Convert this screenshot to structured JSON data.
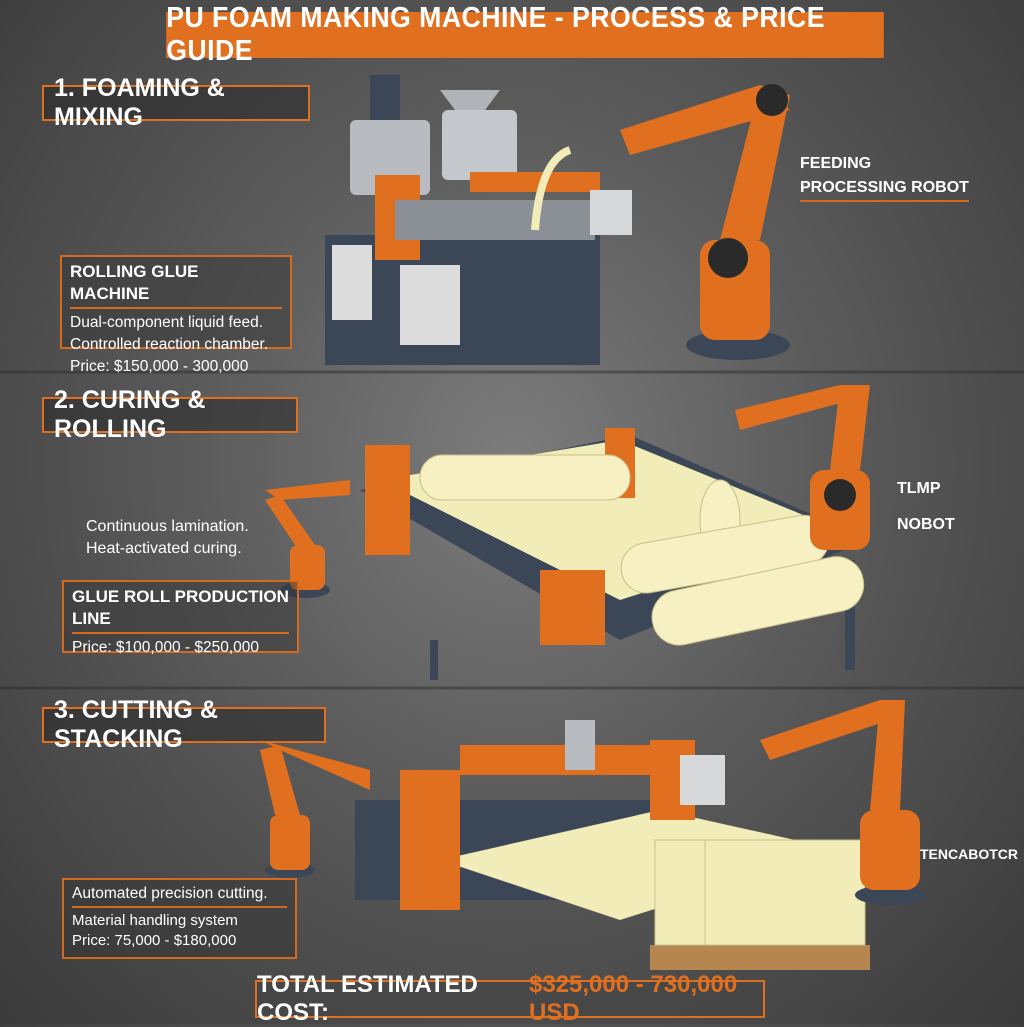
{
  "title": "PU FOAM MAKING MACHINE - PROCESS & PRICE GUIDE",
  "colors": {
    "accent": "#e0701f",
    "machine_body": "#3b4656",
    "foam": "#f2ecb8",
    "steel": "#b8bcc0"
  },
  "sections": [
    {
      "heading": "1. FOAMING & MIXING",
      "box": {
        "title": "ROLLING GLUE MACHINE",
        "lines": [
          "Dual-component liquid feed.",
          "Controlled reaction chamber.",
          "Price: $150,000 - 300,000"
        ]
      },
      "robot_label": [
        "FEEDING",
        "PROCESSING ROBOT"
      ]
    },
    {
      "heading": "2. CURING & ROLLING",
      "notes": [
        "Continuous lamination.",
        "Heat-activated curing."
      ],
      "box": {
        "title": "GLUE ROLL PRODUCTION LINE",
        "lines": [
          "Price: $100,000 - $250,000"
        ]
      },
      "robot_label": [
        "TLMP",
        "NOBOT"
      ]
    },
    {
      "heading": "3. CUTTING & STACKING",
      "box": {
        "title": "Automated precision cutting.",
        "lines": [
          "Material handling system",
          "Price: 75,000 - $180,000"
        ]
      },
      "robot_label": [
        "TENCABOTCR"
      ]
    }
  ],
  "total": {
    "label": "TOTAL ESTIMATED COST:",
    "value": "$325,000 - 730,000 USD"
  }
}
